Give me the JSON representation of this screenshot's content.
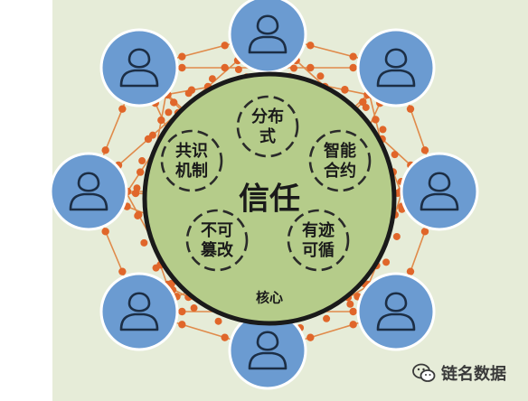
{
  "colors": {
    "panel": "#e6ecd8",
    "node_fill": "#6b9bd1",
    "node_stroke": "#ffffff",
    "person": "#1c2e45",
    "link": "#e08a4a",
    "dot": "#e0662a",
    "core_fill": "#b5cc8a",
    "core_stroke": "#1a1a1a",
    "dash": "#2a2a2a",
    "text": "#1a1a1a"
  },
  "diagram": {
    "center_label": "信任",
    "core_label": "核心",
    "nodes": [
      {
        "line1": "分布",
        "line2": "式"
      },
      {
        "line1": "智能",
        "line2": "合约"
      },
      {
        "line1": "有迹",
        "line2": "可循"
      },
      {
        "line1": "不可",
        "line2": "篡改"
      },
      {
        "line1": "共识",
        "line2": "机制"
      }
    ],
    "participant_icon": "person-icon"
  },
  "watermark": {
    "text": "链名数据",
    "icon": "wechat-icon"
  }
}
